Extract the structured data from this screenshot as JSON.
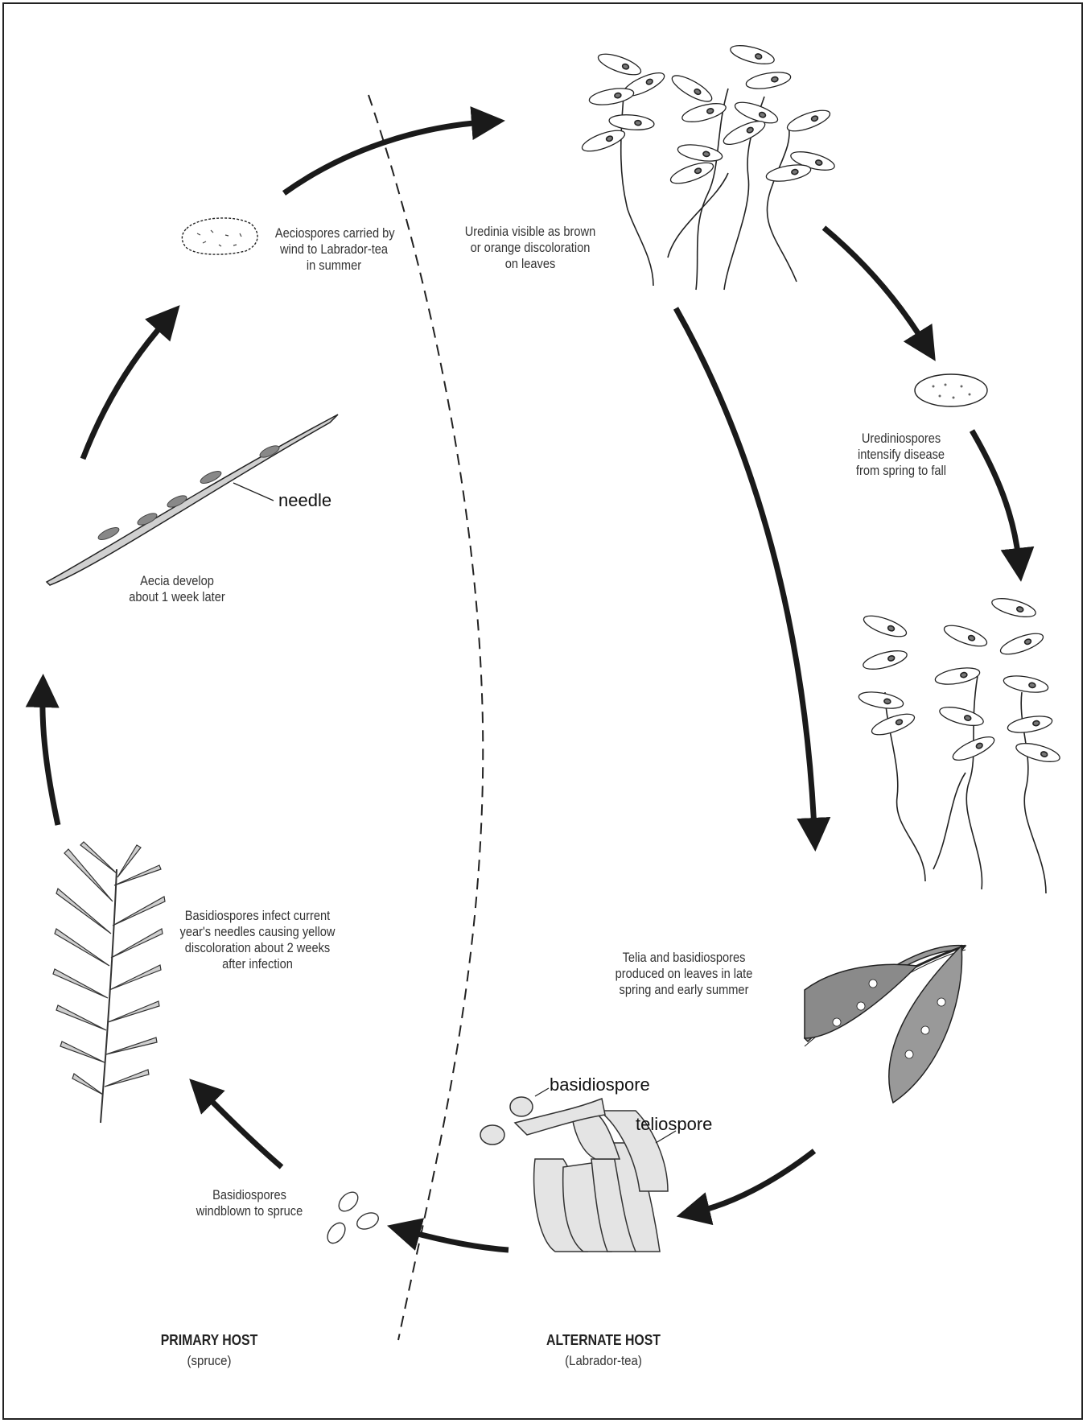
{
  "captions": {
    "aeciospores": [
      "Aeciospores carried by",
      "wind to Labrador-tea",
      "in summer"
    ],
    "uredinia": [
      "Uredinia visible as brown",
      "or orange discoloration",
      "on leaves"
    ],
    "urediniospores": [
      "Urediniospores",
      "intensify disease",
      "from spring to fall"
    ],
    "aecia": [
      "Aecia develop",
      "about 1 week later"
    ],
    "basidio_infect": [
      "Basidiospores infect current",
      "year's needles causing yellow",
      "discoloration about 2 weeks",
      "after infection"
    ],
    "telia": [
      "Telia and basidiospores",
      "produced on leaves in late",
      "spring and early summer"
    ],
    "windblown": [
      "Basidiospores",
      "windblown to spruce"
    ]
  },
  "labels": {
    "needle": "needle",
    "basidiospore": "basidiospore",
    "teliospore": "teliospore"
  },
  "hosts": {
    "primary": {
      "title": "PRIMARY HOST",
      "sub": "(spruce)"
    },
    "alternate": {
      "title": "ALTERNATE HOST",
      "sub": "(Labrador-tea)"
    }
  },
  "colors": {
    "ink": "#1a1a1a",
    "spot": "#777777",
    "fill_light": "#d9d9d9",
    "fill_mid": "#a8a8a8"
  }
}
